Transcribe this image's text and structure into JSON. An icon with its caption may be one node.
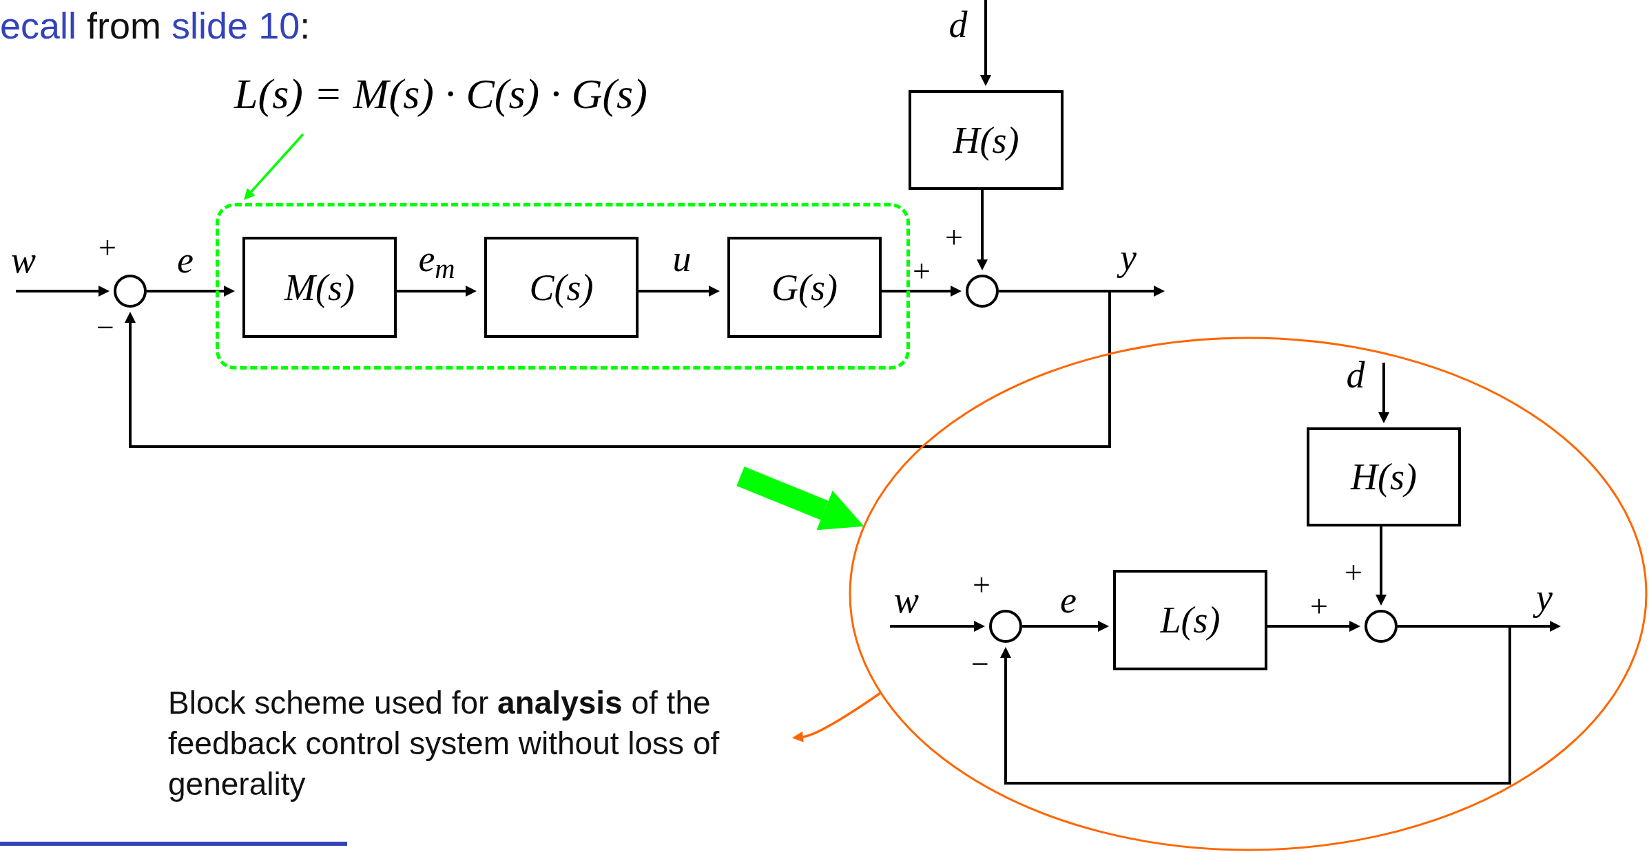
{
  "diagram": {
    "title": "ecall from slide 10:",
    "nodes": [
      {
        "text": [
          "L(s) = M(s) · C(s) · G(s)"
        ]
      },
      {
        "text": [],
        "shape": "box"
      },
      {
        "text": [],
        "shape": "circle"
      },
      {
        "text": [
          "M(s)"
        ],
        "in": 1
      },
      {
        "text": [
          "C(s)"
        ],
        "in": 1
      },
      {
        "text": [
          "G(s)"
        ],
        "in": 1
      },
      {
        "text": [
          "H(s)"
        ]
      },
      {
        "text": [],
        "shape": "circle"
      },
      {
        "text": [],
        "shape": "ellipse"
      },
      {
        "text": [
          "H(s)"
        ],
        "in": 8
      },
      {
        "text": [],
        "shape": "circle",
        "in": 8
      },
      {
        "text": [
          "L(s)"
        ],
        "in": 8
      },
      {
        "text": [],
        "shape": "circle",
        "in": 8
      },
      {
        "text": [
          "Block scheme used for **analysis** of the feedback control system without loss of generality"
        ]
      }
    ],
    "edges": [
      {
        "from": 0,
        "to": 1,
        "arrow": "to",
        "color": "#00ff00"
      },
      {
        "from": null,
        "to": 2,
        "arrow": "to",
        "label": "w"
      },
      {
        "from": 2,
        "to": 3,
        "arrow": "to",
        "label": "e"
      },
      {
        "from": 3,
        "to": 4,
        "arrow": "to",
        "label": "e$_{m}$"
      },
      {
        "from": 4,
        "to": 5,
        "arrow": "to",
        "label": "u"
      },
      {
        "from": 5,
        "to": 7,
        "arrow": "to"
      },
      {
        "from": 6,
        "to": 7,
        "arrow": "to"
      },
      {
        "from": null,
        "to": 6,
        "arrow": "to",
        "label": "d"
      },
      {
        "from": 7,
        "to": null,
        "arrow": "to",
        "label": "y"
      },
      {
        "from": 7,
        "to": 2,
        "arrow": "to"
      },
      {
        "from": null,
        "to": 8,
        "arrow": "to",
        "style": "thick",
        "color": "#00ff00"
      },
      {
        "from": null,
        "to": 10,
        "arrow": "to",
        "label": "w"
      },
      {
        "from": 10,
        "to": 11,
        "arrow": "to",
        "label": "e"
      },
      {
        "from": 11,
        "to": 12,
        "arrow": "to"
      },
      {
        "from": 9,
        "to": 12,
        "arrow": "to"
      },
      {
        "from": null,
        "to": 9,
        "arrow": "to",
        "label": "d"
      },
      {
        "from": 12,
        "to": null,
        "arrow": "to",
        "label": "y"
      },
      {
        "from": 12,
        "to": 10,
        "arrow": "to"
      },
      {
        "from": 8,
        "to": 13,
        "arrow": "to",
        "color": "#ff6600"
      }
    ],
    "labels": [
      "+",
      "+",
      "+",
      "−",
      "+",
      "+",
      "+",
      "−"
    ]
  }
}
